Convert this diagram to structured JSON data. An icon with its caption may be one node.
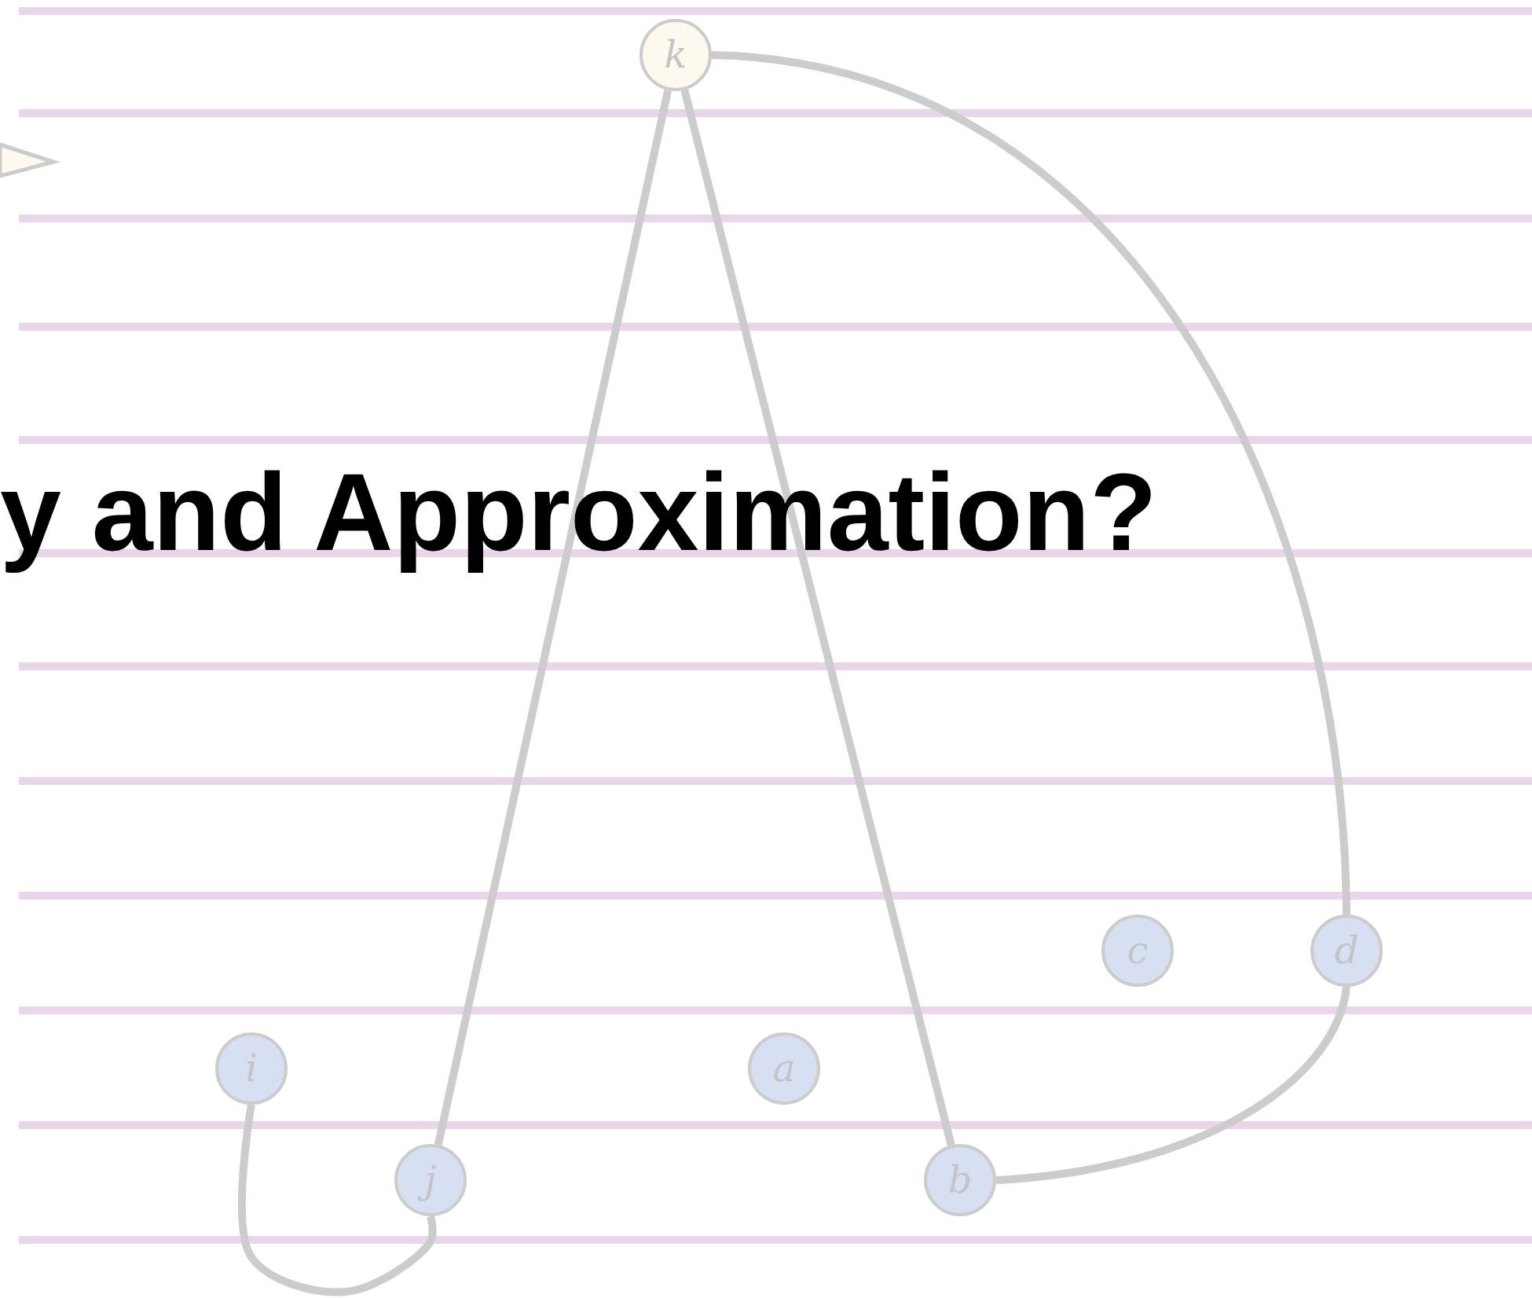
{
  "diagram": {
    "title": "y and Approximation?",
    "nodes": [
      {
        "text": [
          "k"
        ]
      },
      {
        "text": [
          "c"
        ]
      },
      {
        "text": [
          "d"
        ]
      },
      {
        "text": [
          "i"
        ]
      },
      {
        "text": [
          "a"
        ]
      },
      {
        "text": [
          "j"
        ]
      },
      {
        "text": [
          "b"
        ]
      }
    ],
    "edges": [
      {
        "from": 0,
        "to": 5,
        "arrow": "none"
      },
      {
        "from": 0,
        "to": 6,
        "arrow": "none"
      },
      {
        "from": 0,
        "to": 2,
        "arrow": "none"
      },
      {
        "from": 3,
        "to": 5,
        "arrow": "none"
      },
      {
        "from": 6,
        "to": 2,
        "arrow": "none"
      }
    ]
  }
}
